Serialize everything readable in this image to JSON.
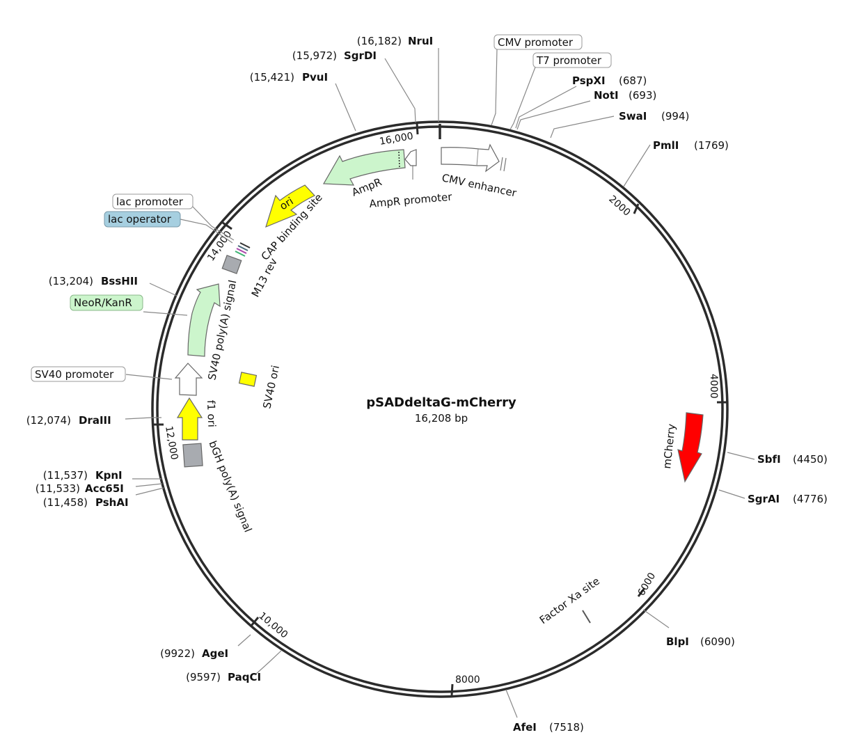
{
  "plasmid": {
    "name": "pSADdeltaG-mCherry",
    "length_label": "16,208 bp",
    "length_bp": 16208
  },
  "ticks": [
    "2000",
    "4000",
    "6000",
    "8000",
    "10,000",
    "12,000",
    "14,000",
    "16,000"
  ],
  "sites": [
    {
      "enzyme": "NruI",
      "position": "(16,182)"
    },
    {
      "enzyme": "SgrDI",
      "position": "(15,972)"
    },
    {
      "enzyme": "PvuI",
      "position": "(15,421)"
    },
    {
      "enzyme": "PspXI",
      "position": "(687)"
    },
    {
      "enzyme": "NotI",
      "position": "(693)"
    },
    {
      "enzyme": "SwaI",
      "position": "(994)"
    },
    {
      "enzyme": "PmlI",
      "position": "(1769)"
    },
    {
      "enzyme": "SbfI",
      "position": "(4450)"
    },
    {
      "enzyme": "SgrAI",
      "position": "(4776)"
    },
    {
      "enzyme": "BlpI",
      "position": "(6090)"
    },
    {
      "enzyme": "AfeI",
      "position": "(7518)"
    },
    {
      "enzyme": "PaqCI",
      "position": "(9597)"
    },
    {
      "enzyme": "AgeI",
      "position": "(9922)"
    },
    {
      "enzyme": "PshAI",
      "position": "(11,458)"
    },
    {
      "enzyme": "Acc65I",
      "position": "(11,533)"
    },
    {
      "enzyme": "KpnI",
      "position": "(11,537)"
    },
    {
      "enzyme": "DraIII",
      "position": "(12,074)"
    },
    {
      "enzyme": "BssHII",
      "position": "(13,204)"
    }
  ],
  "boxed_features": {
    "cmv_promoter": "CMV promoter",
    "t7_promoter": "T7 promoter",
    "lac_promoter": "lac promoter",
    "lac_operator": "lac operator",
    "neor_kanr": "NeoR/KanR",
    "sv40_promoter": "SV40 promoter"
  },
  "features": {
    "cmv_enhancer": "CMV enhancer",
    "ampr": "AmpR",
    "ampr_promoter": "AmpR promoter",
    "ori": "ori",
    "cap_binding_site": "CAP binding site",
    "m13_rev": "M13 rev",
    "sv40_polya": "SV40 poly(A) signal",
    "sv40_ori": "SV40 ori",
    "f1_ori": "f1 ori",
    "bgh_polya": "bGH poly(A) signal",
    "mcherry": "mCherry",
    "factor_xa": "Factor Xa site"
  },
  "colors": {
    "backbone": "#2b2b2b",
    "ampr": "#ccf5cc",
    "neor": "#ccf5cc",
    "ori": "#ffff00",
    "mcherry": "#ff0000",
    "grey_feature": "#a8abb0",
    "lac_operator": "#a6cfe0",
    "neor_label_bg": "#ccf5cc"
  }
}
